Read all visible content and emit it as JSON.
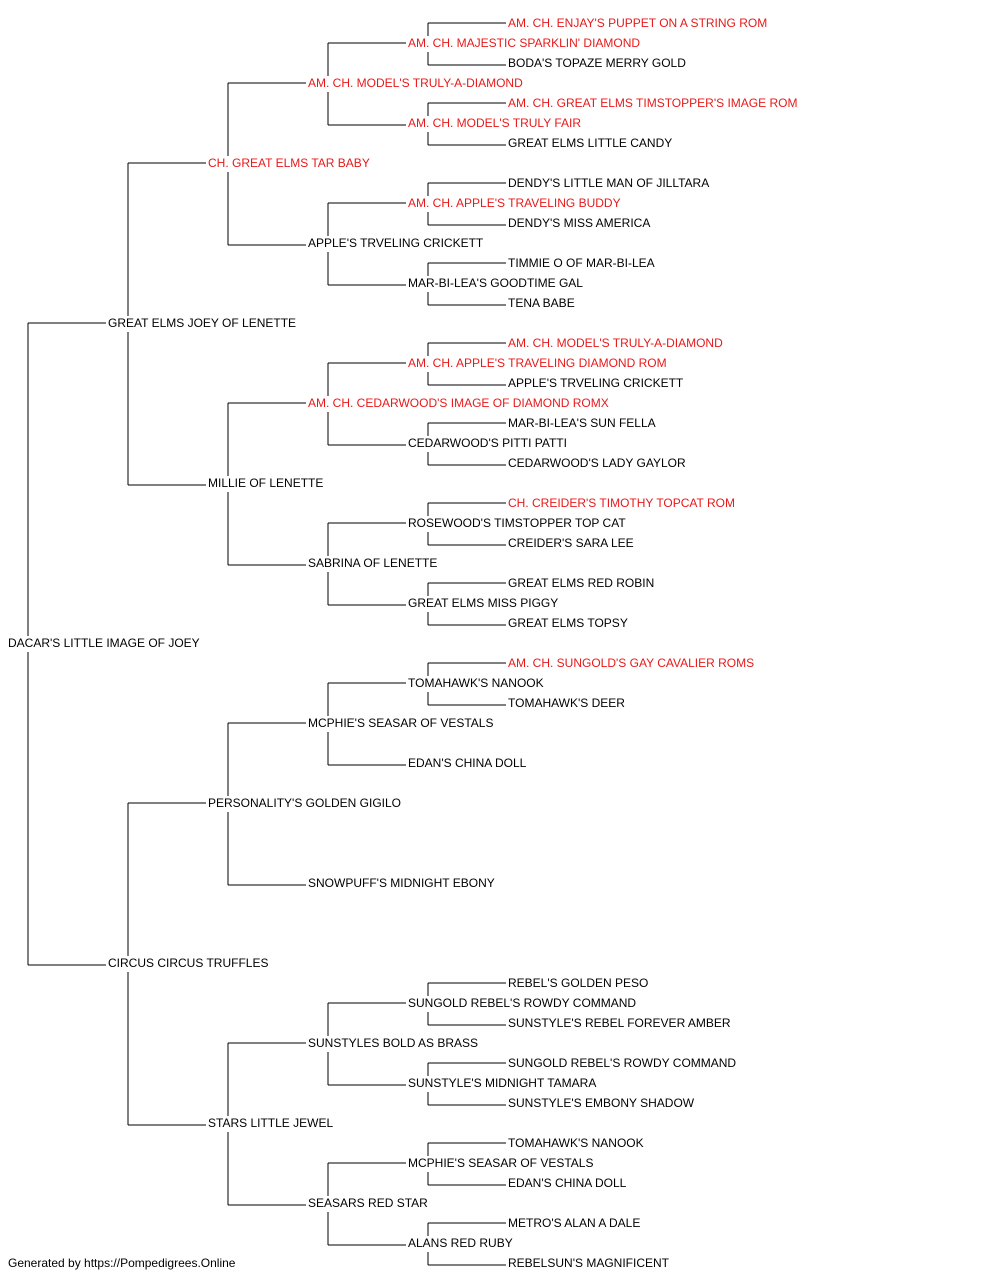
{
  "colors": {
    "champion": "#e8191a",
    "normal": "#000000",
    "line": "#000000"
  },
  "subject": "DACAR'S LITTLE IMAGE OF JOEY",
  "generations": [
    [
      {
        "name": "GREAT ELMS JOEY OF LENETTE",
        "ch": false
      },
      {
        "name": "CIRCUS CIRCUS TRUFFLES",
        "ch": false
      }
    ],
    [
      {
        "name": "CH. GREAT ELMS TAR BABY",
        "ch": true
      },
      {
        "name": "MILLIE OF LENETTE",
        "ch": false
      },
      {
        "name": "PERSONALITY'S GOLDEN GIGILO",
        "ch": false
      },
      {
        "name": "STARS LITTLE JEWEL",
        "ch": false
      }
    ],
    [
      {
        "name": "AM. CH. MODEL'S TRULY-A-DIAMOND",
        "ch": true
      },
      {
        "name": "APPLE'S TRVELING CRICKETT",
        "ch": false
      },
      {
        "name": "AM. CH. CEDARWOOD'S IMAGE OF DIAMOND ROMX",
        "ch": true
      },
      {
        "name": "SABRINA OF LENETTE",
        "ch": false
      },
      {
        "name": "MCPHIE'S SEASAR OF VESTALS",
        "ch": false
      },
      {
        "name": "SNOWPUFF'S MIDNIGHT EBONY",
        "ch": false
      },
      {
        "name": "SUNSTYLES BOLD AS BRASS",
        "ch": false
      },
      {
        "name": "SEASARS RED STAR",
        "ch": false
      }
    ],
    [
      {
        "name": "AM. CH. MAJESTIC SPARKLIN' DIAMOND",
        "ch": true
      },
      {
        "name": "AM. CH. MODEL'S TRULY FAIR",
        "ch": true
      },
      {
        "name": "AM. CH. APPLE'S TRAVELING BUDDY",
        "ch": true
      },
      {
        "name": "MAR-BI-LEA'S GOODTIME GAL",
        "ch": false
      },
      {
        "name": "AM. CH. APPLE'S TRAVELING DIAMOND ROM",
        "ch": true
      },
      {
        "name": "CEDARWOOD'S PITTI PATTI",
        "ch": false
      },
      {
        "name": "ROSEWOOD'S TIMSTOPPER TOP CAT",
        "ch": false
      },
      {
        "name": "GREAT ELMS MISS PIGGY",
        "ch": false
      },
      {
        "name": "TOMAHAWK'S NANOOK",
        "ch": false
      },
      {
        "name": "EDAN'S CHINA DOLL",
        "ch": false
      },
      null,
      null,
      {
        "name": "SUNGOLD REBEL'S ROWDY COMMAND",
        "ch": false
      },
      {
        "name": "SUNSTYLE'S MIDNIGHT TAMARA",
        "ch": false
      },
      {
        "name": "MCPHIE'S SEASAR OF VESTALS",
        "ch": false
      },
      {
        "name": "ALANS RED RUBY",
        "ch": false
      }
    ],
    [
      {
        "name": "AM. CH. ENJAY'S PUPPET ON A STRING ROM",
        "ch": true
      },
      {
        "name": "BODA'S TOPAZE MERRY GOLD",
        "ch": false
      },
      {
        "name": "AM. CH. GREAT ELMS TIMSTOPPER'S IMAGE ROM",
        "ch": true
      },
      {
        "name": "GREAT ELMS LITTLE CANDY",
        "ch": false
      },
      {
        "name": "DENDY'S LITTLE MAN OF JILLTARA",
        "ch": false
      },
      {
        "name": "DENDY'S MISS AMERICA",
        "ch": false
      },
      {
        "name": "TIMMIE O OF MAR-BI-LEA",
        "ch": false
      },
      {
        "name": "TENA BABE",
        "ch": false
      },
      {
        "name": "AM. CH. MODEL'S TRULY-A-DIAMOND",
        "ch": true
      },
      {
        "name": "APPLE'S TRVELING CRICKETT",
        "ch": false
      },
      {
        "name": "MAR-BI-LEA'S SUN FELLA",
        "ch": false
      },
      {
        "name": "CEDARWOOD'S LADY GAYLOR",
        "ch": false
      },
      {
        "name": "CH. CREIDER'S TIMOTHY TOPCAT ROM",
        "ch": true
      },
      {
        "name": "CREIDER'S SARA LEE",
        "ch": false
      },
      {
        "name": "GREAT ELMS RED ROBIN",
        "ch": false
      },
      {
        "name": "GREAT ELMS TOPSY",
        "ch": false
      },
      {
        "name": "AM. CH. SUNGOLD'S GAY CAVALIER ROMS",
        "ch": true
      },
      {
        "name": "TOMAHAWK'S DEER",
        "ch": false
      },
      null,
      null,
      null,
      null,
      null,
      null,
      {
        "name": "REBEL'S GOLDEN PESO",
        "ch": false
      },
      {
        "name": "SUNSTYLE'S REBEL FOREVER AMBER",
        "ch": false
      },
      {
        "name": "SUNGOLD REBEL'S ROWDY COMMAND",
        "ch": false
      },
      {
        "name": "SUNSTYLE'S EMBONY SHADOW",
        "ch": false
      },
      {
        "name": "TOMAHAWK'S NANOOK",
        "ch": false
      },
      {
        "name": "EDAN'S CHINA DOLL",
        "ch": false
      },
      {
        "name": "METRO'S ALAN A DALE",
        "ch": false
      },
      {
        "name": "REBELSUN'S MAGNIFICENT",
        "ch": false
      }
    ]
  ],
  "footer": "Generated by https://Pompedigrees.Online"
}
